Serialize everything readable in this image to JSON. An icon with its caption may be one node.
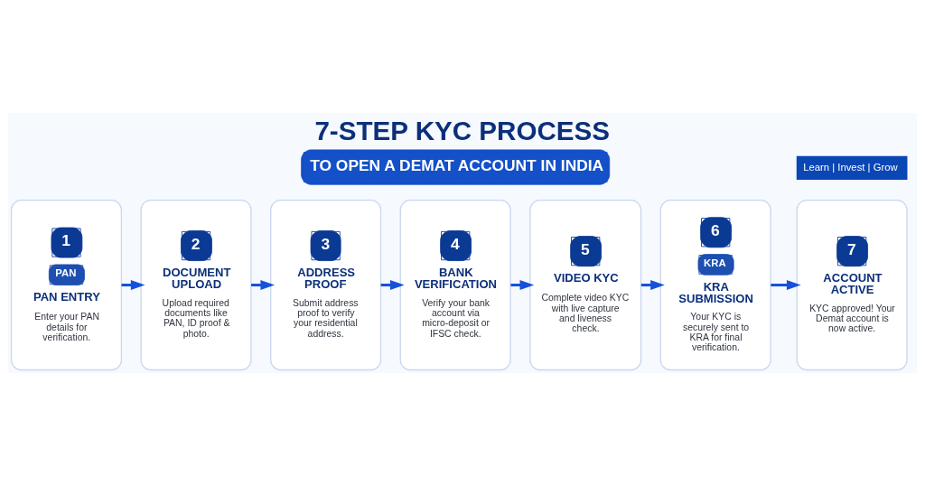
{
  "diagram": {
    "title": "7-STEP KYC PROCESS",
    "nodes": [
      {
        "text": [
          "1",
          "PAN",
          "PAN ENTRY",
          "Enter your PAN details for verification."
        ]
      },
      {
        "text": [
          "2",
          "DOCUMENT UPLOAD",
          "Upload required documents like PAN, ID proof & photo."
        ]
      },
      {
        "text": [
          "3",
          "ADDRESS PROOF",
          "Submit address proof to verify your residential address."
        ]
      },
      {
        "text": [
          "4",
          "BANK VERIFICATION",
          "Verify your bank account via micro-deposit or IFSC check."
        ]
      },
      {
        "text": [
          "5",
          "VIDEO KYC",
          "Complete video KYC with live capture and liveness check."
        ]
      },
      {
        "text": [
          "6",
          "KRA",
          "KRA SUBMISSION",
          "Your KYC is securely sent to KRA for final verification."
        ]
      },
      {
        "text": [
          "7",
          "ACCOUNT ACTIVE",
          "KYC approved! Your Demat account is now active."
        ]
      }
    ],
    "edges": [
      {
        "from": 0,
        "to": 1,
        "arrow": "to"
      },
      {
        "from": 1,
        "to": 2,
        "arrow": "to"
      },
      {
        "from": 2,
        "to": 3,
        "arrow": "to"
      },
      {
        "from": 3,
        "to": 4,
        "arrow": "to"
      },
      {
        "from": 4,
        "to": 5,
        "arrow": "to"
      },
      {
        "from": 5,
        "to": 6,
        "arrow": "to"
      }
    ],
    "labels": [
      "TO OPEN A DEMAT ACCOUNT IN INDIA",
      "Learn | Invest | Grow"
    ]
  }
}
